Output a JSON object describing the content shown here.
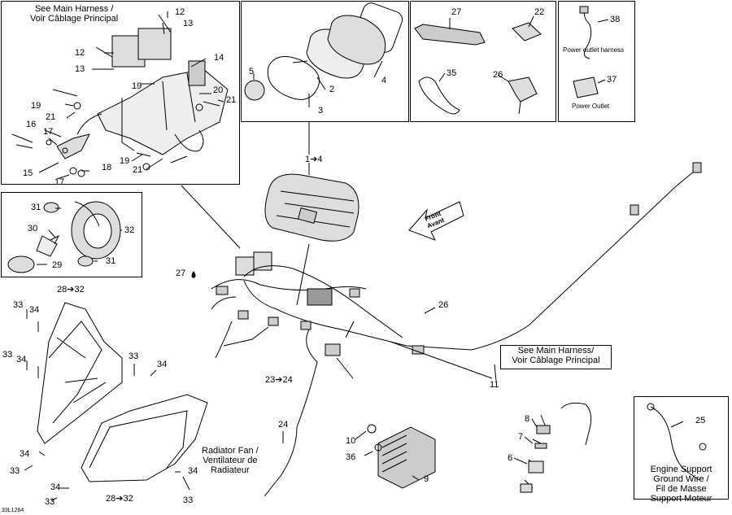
{
  "notes": {
    "see_main_harness_top": "See Main Harness /",
    "voir_cablage_top": "Voir Câblage Principal",
    "see_main_harness_mid": "See Main Harness/",
    "voir_cablage_mid": "Voir Câblage Principal",
    "power_outlet_harness": "Power outlet harness",
    "power_outlet": "Power Outlet",
    "radiator_fan_1": "Radiator Fan /",
    "radiator_fan_2": "Ventilateur de",
    "radiator_fan_3": "Radiateur",
    "engine_support_1": "Engine Support",
    "engine_support_2": "Ground Wire /",
    "engine_support_3": "Fil de Masse",
    "engine_support_4": "Support Moteur",
    "front_1": "Front",
    "front_2": "Avant",
    "drawing_code": "33L1264"
  },
  "callouts": {
    "c1to4": "1➔4",
    "c28to32_a": "28➔32",
    "c28to32_b": "28➔32",
    "c23to24": "23➔24",
    "n2": "2",
    "n3": "3",
    "n4": "4",
    "n5": "5",
    "n6": "6",
    "n7": "7",
    "n8": "8",
    "n9": "9",
    "n10": "10",
    "n11": "11",
    "n12a": "12",
    "n12b": "12",
    "n13a": "13",
    "n13b": "13",
    "n14": "14",
    "n15": "15",
    "n16": "16",
    "n17a": "17",
    "n17b": "17",
    "n18": "18",
    "n19a": "19",
    "n19b": "19",
    "n19c": "19",
    "n20": "20",
    "n21a": "21",
    "n21b": "21",
    "n21c": "21",
    "n22": "22",
    "n24": "24",
    "n26a": "26",
    "n26b": "26",
    "n27a": "27",
    "n27b": "27",
    "n29": "29",
    "n30": "30",
    "n31a": "31",
    "n31b": "31",
    "n32": "32",
    "n33a": "33",
    "n33b": "33",
    "n33c": "33",
    "n33d": "33",
    "n33e": "33",
    "n33f": "33",
    "n34a": "34",
    "n34b": "34",
    "n34c": "34",
    "n34d": "34",
    "n34e": "34",
    "n34f": "34",
    "n35": "35",
    "n36": "36",
    "n37": "37",
    "n38": "38",
    "n25": "25"
  }
}
